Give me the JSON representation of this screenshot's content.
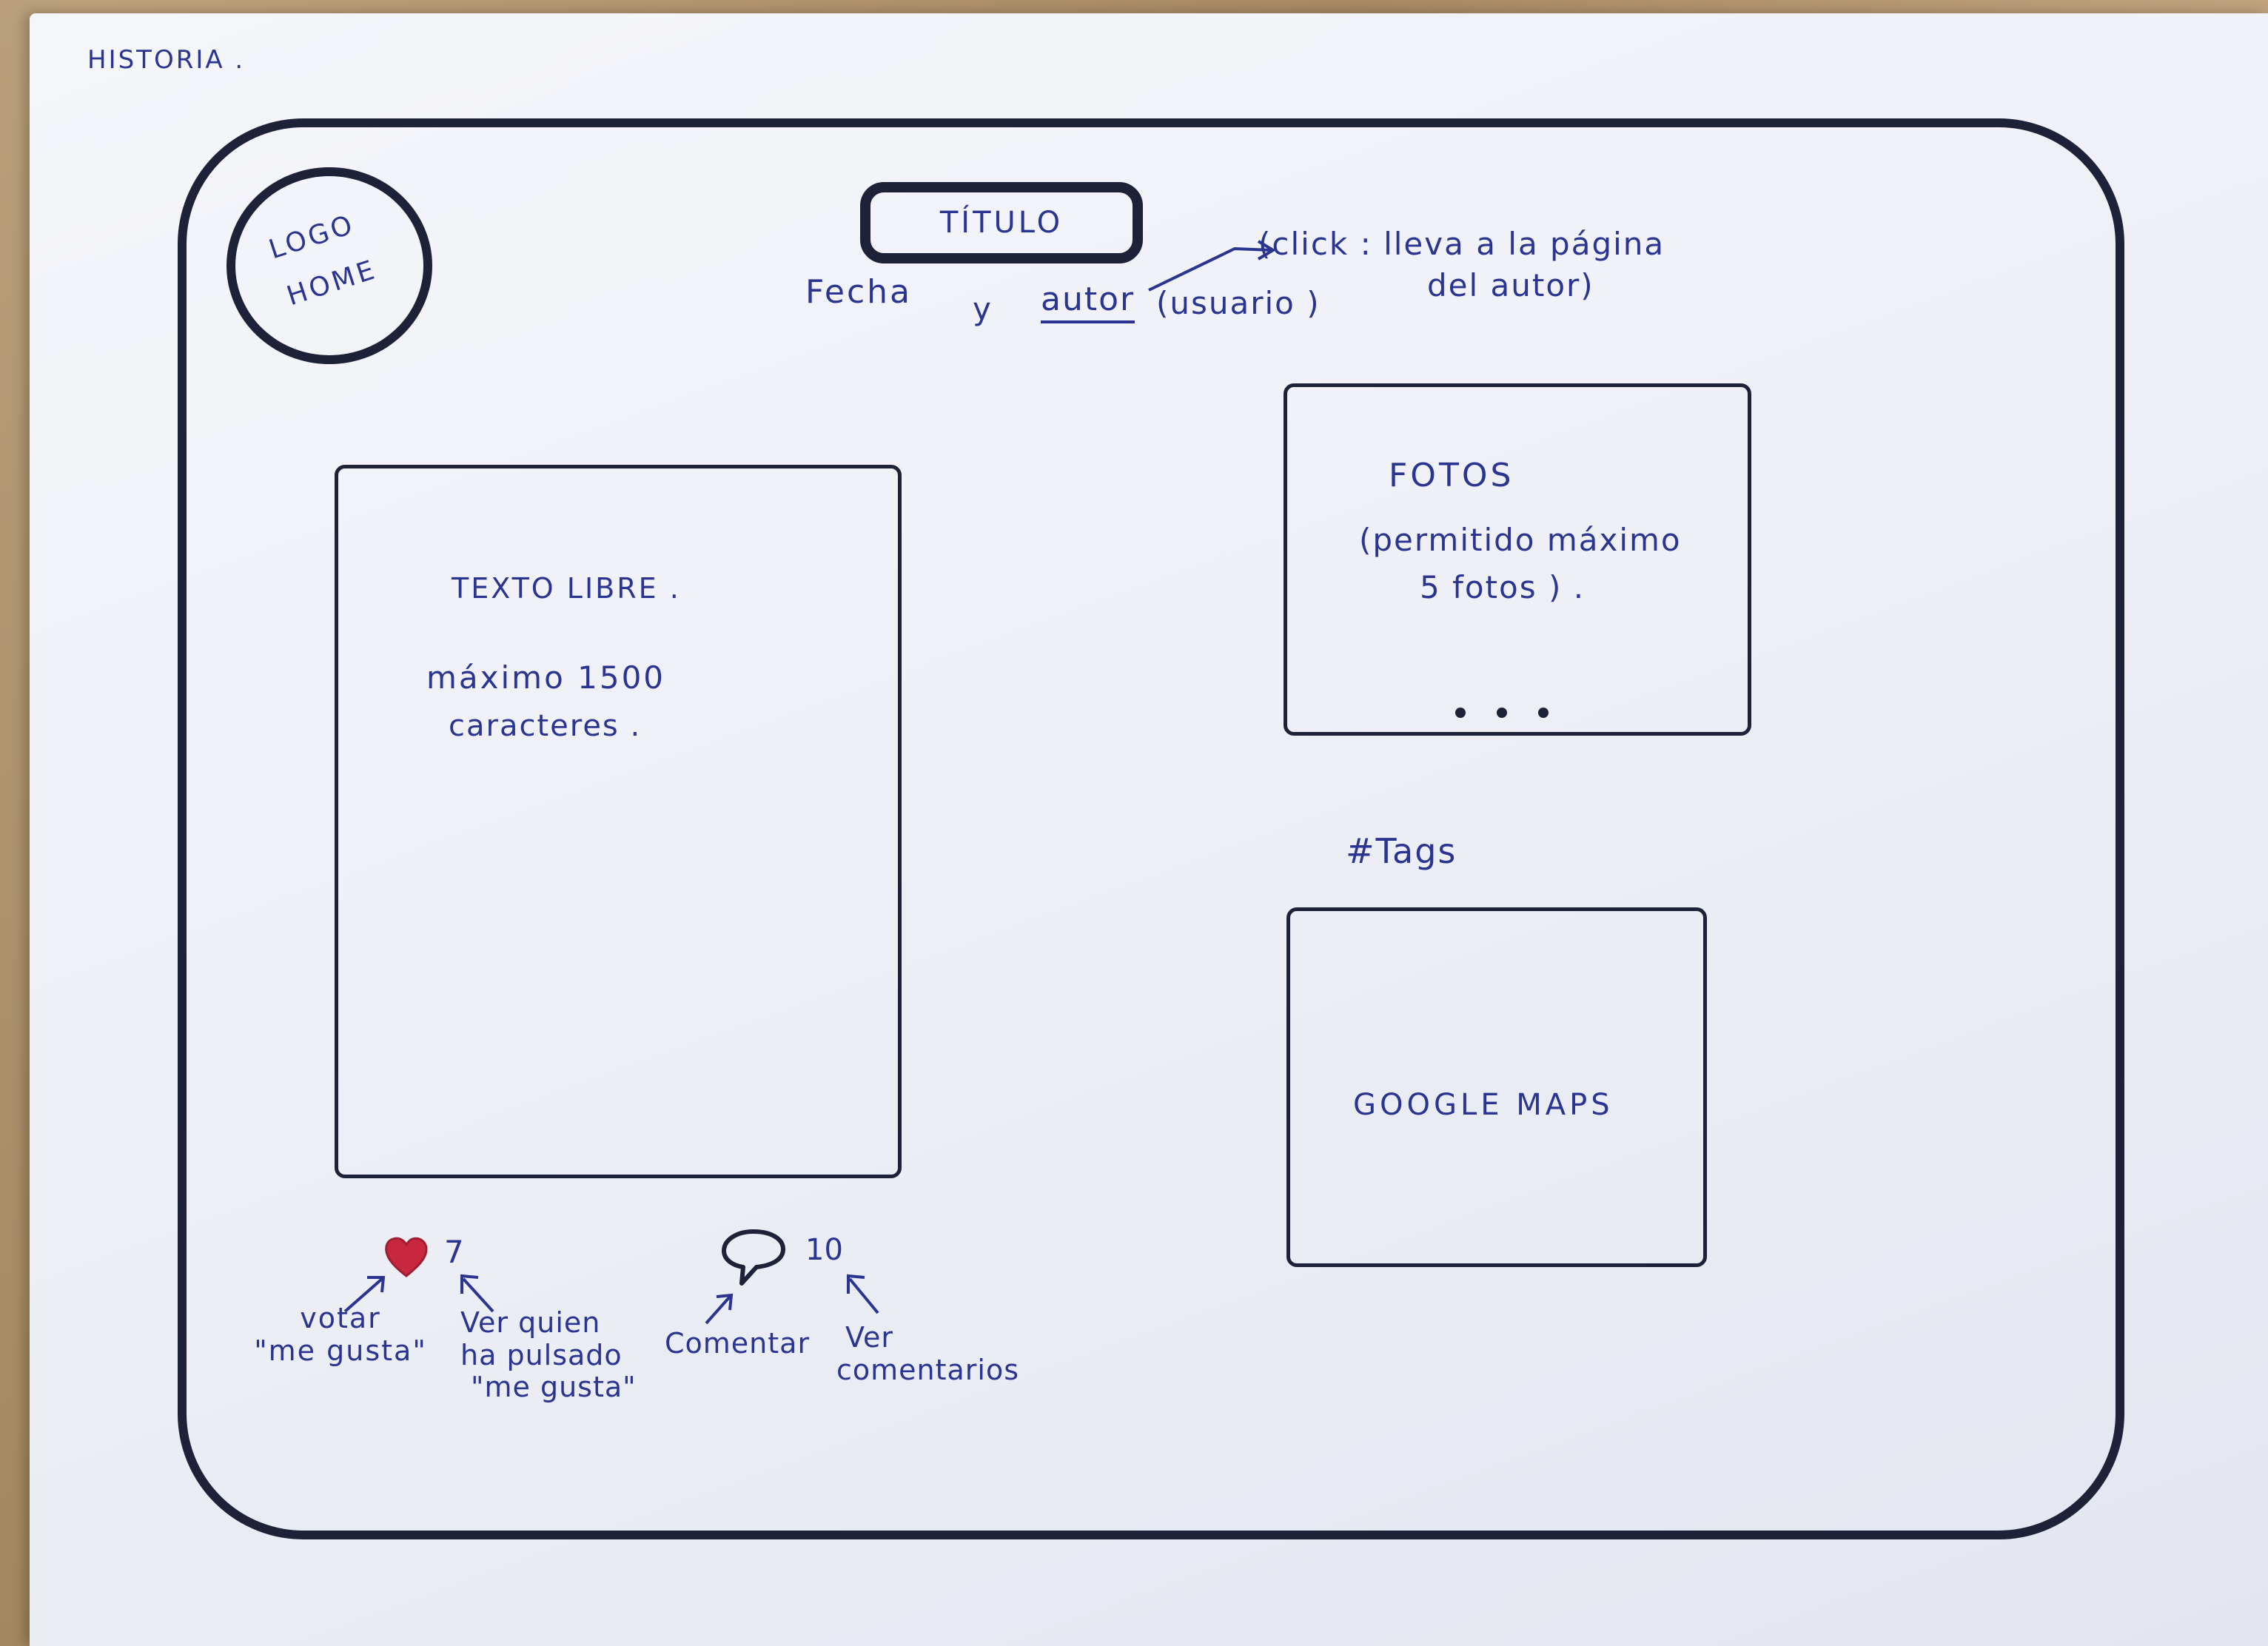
{
  "page": {
    "label": "HISTORIA ."
  },
  "header": {
    "logo_line1": "LOGO",
    "logo_line2": "HOME",
    "title": "TÍTULO",
    "byline_fecha": "Fecha",
    "byline_y": "y",
    "byline_autor": "autor",
    "byline_usuario": "(usuario )",
    "author_note_line1": "(click : lleva a la página",
    "author_note_line2": "del autor)"
  },
  "text_panel": {
    "heading": "TEXTO LIBRE .",
    "limit_line1": "máximo 1500",
    "limit_line2": "caracteres ."
  },
  "photos_panel": {
    "heading": "FOTOS",
    "limit_line1": "(permitido máximo",
    "limit_line2": "5 fotos ) ."
  },
  "tags": {
    "label": "#Tags"
  },
  "map_panel": {
    "label": "GOOGLE MAPS"
  },
  "actions": {
    "likes_count": "7",
    "comments_count": "10",
    "vote_line1": "votar",
    "vote_line2": "\"me gusta\"",
    "see_likers_line1": "Ver quien",
    "see_likers_line2": "ha pulsado",
    "see_likers_line3": "\"me gusta\"",
    "comment_label": "Comentar",
    "see_comments_line1": "Ver",
    "see_comments_line2": "comentarios"
  },
  "colors": {
    "ink": "#2a3592",
    "marker": "#1e2238",
    "heart": "#c8283f"
  }
}
